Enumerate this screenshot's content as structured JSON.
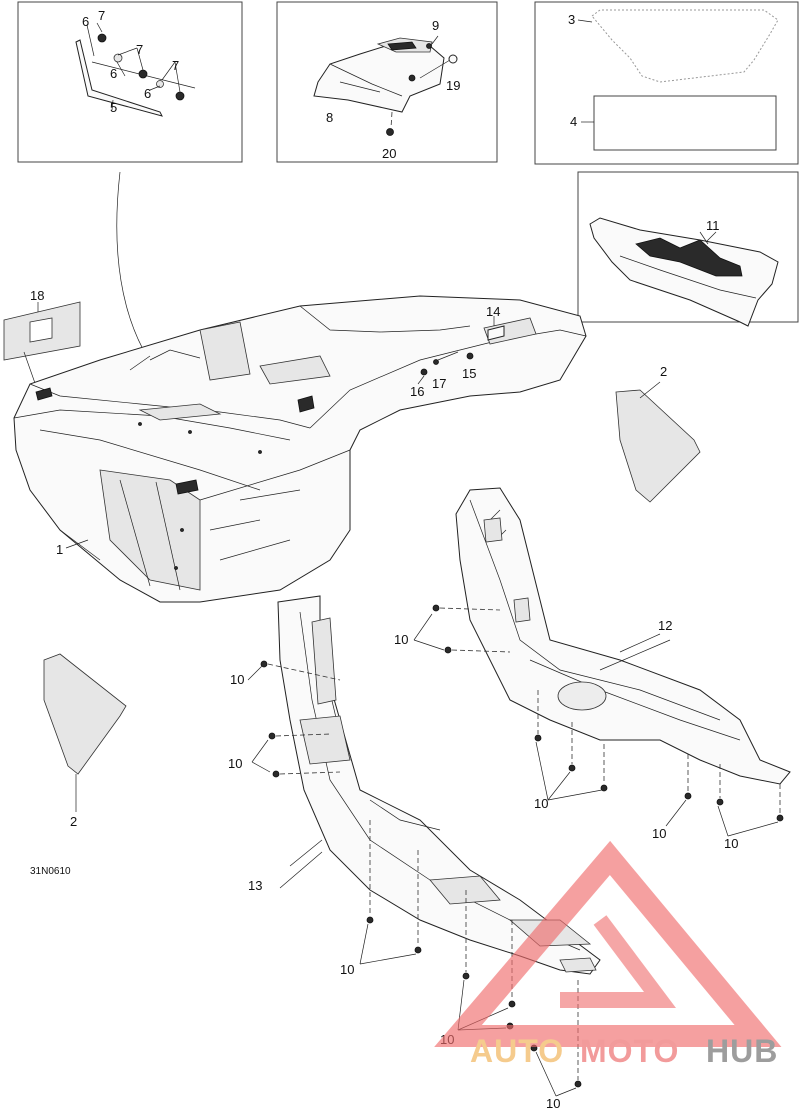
{
  "diagram_code": "31N0610",
  "callouts": {
    "c1": "1",
    "c2a": "2",
    "c2b": "2",
    "c3": "3",
    "c4": "4",
    "c5": "5",
    "c6a": "6",
    "c6b": "6",
    "c6c": "6",
    "c7a": "7",
    "c7b": "7",
    "c7c": "7",
    "c8": "8",
    "c9": "9",
    "c10a": "10",
    "c10b": "10",
    "c10c": "10",
    "c10d": "10",
    "c10e": "10",
    "c10f": "10",
    "c10g": "10",
    "c10h": "10",
    "c10i": "10",
    "c11": "11",
    "c12": "12",
    "c13": "13",
    "c14": "14",
    "c15": "15",
    "c16": "16",
    "c17": "17",
    "c18": "18",
    "c19": "19",
    "c20": "20"
  },
  "watermark": {
    "auto": "AUTO",
    "moto": "MOTO",
    "hub": "HUB",
    "colors": {
      "auto": "#f4c27a",
      "moto": "#f08a8a",
      "hub": "#8c8c8c",
      "logo": "#ef6b6b"
    }
  }
}
